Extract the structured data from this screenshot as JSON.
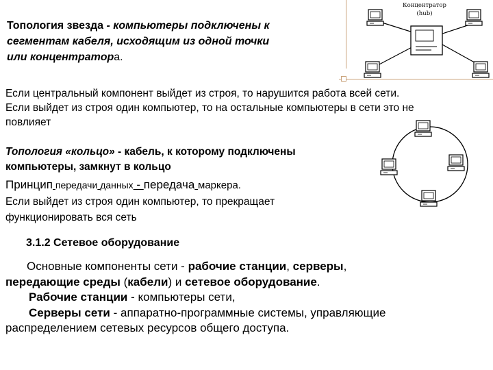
{
  "star": {
    "heading_bold": "Топология звезда",
    "heading_rest_line1": " - компьютеры подключены к",
    "heading_line2": "сегментам кабеля, исходящим из одной точки",
    "heading_line3_a": "или концентратор",
    "heading_line3_b": "а.",
    "failure_line1": "Если центральный компонент выйдет из строя, то нарушится работа всей сети.",
    "failure_line2": "Если выйдет из строя один компьютер, то на остальные компьютеры в сети это не",
    "failure_line3": "повлияет",
    "hub_label_line1": "Концентратор",
    "hub_label_line2": "(hub)"
  },
  "ring": {
    "heading_italic": "Топология «кольцо»",
    "heading_rest_line1": " - кабель, к которому подключены",
    "heading_line2": "компьютеры, замкнут в кольцо",
    "principle_w1": "Принцип",
    "principle_w2": "передачи",
    "principle_w3": "данных",
    "principle_dash": " - ",
    "principle_w4": "передача",
    "principle_w5": "маркера.",
    "failure_line1": "Если выйдет из строя один компьютер,  то  прекращает",
    "failure_line2": "функционировать вся сеть"
  },
  "section": {
    "title": "3.1.2 Сетевое оборудование",
    "p1_a": "Основные компоненты сети - ",
    "p1_b": "рабочие станции",
    "p1_c": ", ",
    "p1_d": "серверы",
    "p1_e": ",",
    "p2_a": "передающие среды",
    "p2_b": " (",
    "p2_c": "кабели",
    "p2_d": ") и ",
    "p2_e": "сетевое оборудование",
    "p2_f": ".",
    "p3_a": "Рабочие станции",
    "p3_b": " - компьютеры сети,",
    "p4_a": "Серверы сети",
    "p4_b": " - аппаратно-программные системы, управляющие",
    "p5": "распределением сетевых ресурсов общего доступа."
  },
  "colors": {
    "accent_line": "#c9a27a"
  }
}
